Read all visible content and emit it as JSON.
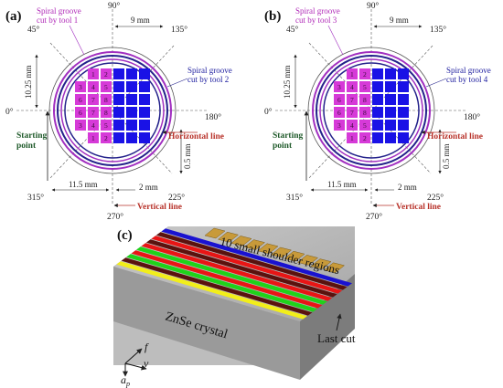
{
  "panel_a": {
    "letter": "(a)",
    "angles": {
      "a90": "90°",
      "a45": "45°",
      "a135": "135°",
      "a0": "0°",
      "a180": "180°",
      "a315": "315°",
      "a225": "225°",
      "a270": "270°"
    },
    "dimensions": {
      "top": "9 mm",
      "left": "10.25 mm",
      "bottom_left": "11.5 mm",
      "bottom_right": "2 mm",
      "right": "0.5 mm"
    },
    "groove_inner_line1": "Spiral groove",
    "groove_inner_line2": "cut by tool 1",
    "groove_outer_line1": "Spiral groove",
    "groove_outer_line2": "cut by tool 2",
    "starting_line1": "Starting",
    "starting_line2": "point",
    "horizontal_line": "Horizontal line",
    "vertical_line": "Vertical line"
  },
  "panel_b": {
    "letter": "(b)",
    "angles": {
      "a90": "90°",
      "a45": "45°",
      "a135": "135°",
      "a0": "0°",
      "a180": "180°",
      "a315": "315°",
      "a225": "225°",
      "a270": "270°"
    },
    "dimensions": {
      "top": "9 mm",
      "left": "10.25 mm",
      "bottom_left": "11.5 mm",
      "bottom_right": "2 mm",
      "right": "0.5 mm"
    },
    "groove_inner_line1": "Spiral groove",
    "groove_inner_line2": "cut by tool 3",
    "groove_outer_line1": "Spiral groove",
    "groove_outer_line2": "cut by tool 4",
    "starting_line1": "Starting",
    "starting_line2": "point",
    "horizontal_line": "Horizontal line",
    "vertical_line": "Vertical line"
  },
  "cell_numbers": [
    [
      "1",
      "2"
    ],
    [
      "3",
      "4",
      "5"
    ],
    [
      "6",
      "7",
      "8"
    ],
    [
      "6",
      "7",
      "8"
    ],
    [
      "3",
      "4",
      "5"
    ],
    [
      "1",
      "2"
    ]
  ],
  "panel_c": {
    "letter": "(c)",
    "shoulder_label": "10 small shoulder regions",
    "crystal_label": "ZnSe crystal",
    "last_cut_label": "Last cut",
    "axis_f": "f",
    "axis_v": "v",
    "axis_ap": "a",
    "axis_ap_sub": "p"
  },
  "colors": {
    "magenta": "#d63ad8",
    "blue": "#1a12e6",
    "purple_ring": "#a12fc0",
    "navy_ring": "#23218a",
    "red_label": "#b8322a",
    "green_label": "#1f5a2a",
    "stripe_yellow": "#f2ee1a",
    "stripe_green": "#1fd21a",
    "stripe_red": "#e81515",
    "stripe_darkred": "#5a120e",
    "stripe_blue": "#1a12d0",
    "shoulder_gold": "#c89a3a"
  }
}
